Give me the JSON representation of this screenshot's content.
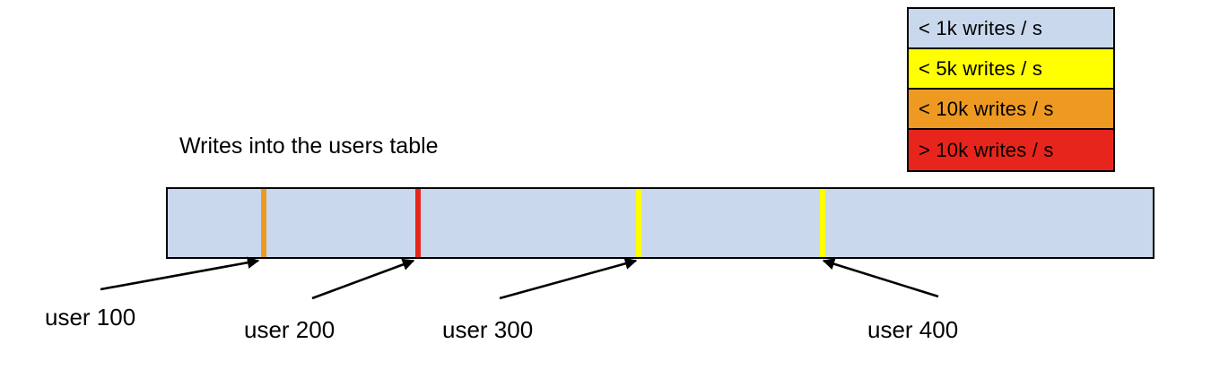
{
  "chart_data": {
    "type": "bar",
    "title": "Writes into the users table",
    "xlabel": "",
    "ylabel": "",
    "description": "A single horizontal band representing the users table keyspace, colored by write rate. Thin colored stripes mark hot rows at specific user boundaries.",
    "base_color": "#c9d8ec",
    "base_category": "< 1k writes / s",
    "categories": [
      "< 1k writes / s",
      "< 5k writes / s",
      "< 10k writes / s",
      "> 10k writes / s"
    ],
    "markers": [
      {
        "label": "user 100",
        "category": "< 10k writes / s",
        "color": "#ee9a22",
        "position_pct": 9.5
      },
      {
        "label": "user 200",
        "category": "> 10k writes / s",
        "color": "#e8251c",
        "position_pct": 25.1
      },
      {
        "label": "user 300",
        "category": "< 5k writes / s",
        "color": "#ffff00",
        "position_pct": 47.5
      },
      {
        "label": "user 400",
        "category": "< 5k writes / s",
        "color": "#ffff00",
        "position_pct": 66.2
      }
    ]
  },
  "legend": {
    "items": [
      {
        "label": "< 1k writes / s",
        "color": "#c9d8ec"
      },
      {
        "label": "< 5k writes / s",
        "color": "#ffff00"
      },
      {
        "label": "< 10k writes / s",
        "color": "#ee9a22"
      },
      {
        "label": "> 10k writes / s",
        "color": "#e8251c"
      }
    ]
  },
  "title": "Writes into the users table",
  "labels": {
    "user_100": "user 100",
    "user_200": "user 200",
    "user_300": "user 300",
    "user_400": "user 400"
  }
}
